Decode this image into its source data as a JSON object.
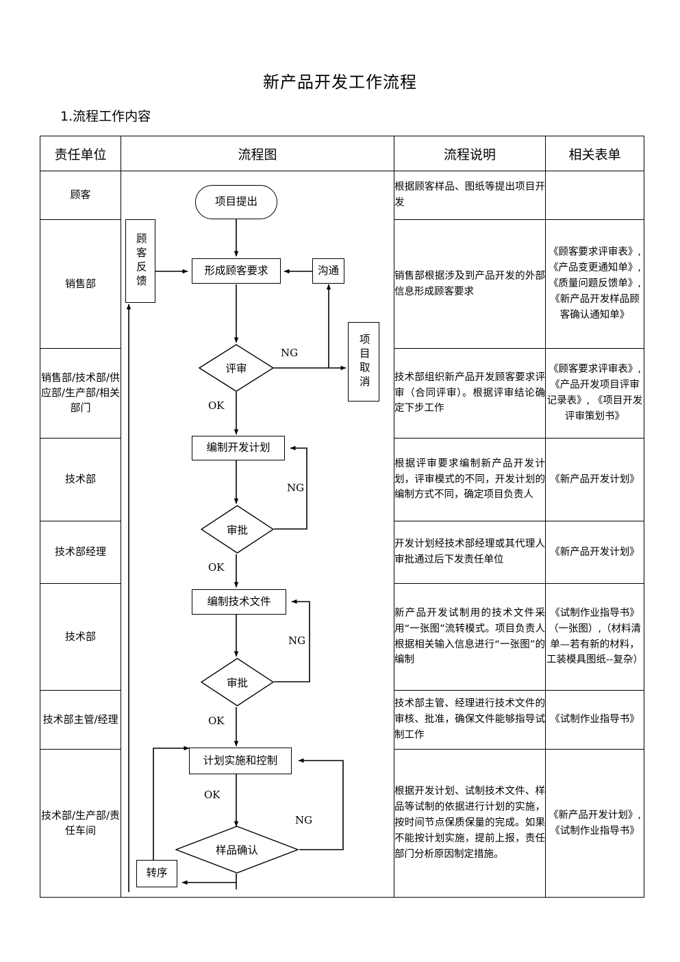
{
  "document": {
    "title": "新产品开发工作流程",
    "section": "1.流程工作内容"
  },
  "table": {
    "headers": {
      "responsibility": "责任单位",
      "flowchart": "流程图",
      "description": "流程说明",
      "forms": "相关表单"
    },
    "rows": [
      {
        "responsibility": "顾客",
        "description": "根据顾客样品、图纸等提出项目开发",
        "forms": ""
      },
      {
        "responsibility": "销售部",
        "description": "销售部根据涉及到产品开发的外部信息形成顾客要求",
        "forms": "《顾客要求评审表》,《产品变更通知单》,《质量问题反馈单》, 《新产品开发样品顾客确认通知单》"
      },
      {
        "responsibility": "销售部/技术部/供应部/生产部/相关部门",
        "description": "技术部组织新产品开发顾客要求评审（合同评审）。根据评审结论确定下步工作",
        "forms": "《顾客要求评审表》,《产品开发项目评审记录表》, 《项目开发评审策划书》"
      },
      {
        "responsibility": "技术部",
        "description": "根据评审要求编制新产品开发计划，评审模式的不同，开发计划的编制方式不同，确定项目负责人",
        "forms": "《新产品开发计划》"
      },
      {
        "responsibility": "技术部经理",
        "description": "开发计划经技术部经理或其代理人审批通过后下发责任单位",
        "forms": "《新产品开发计划》"
      },
      {
        "responsibility": "技术部",
        "description": "新产品开发试制用的技术文件采用“一张图”流转模式。项目负责人根据相关输入信息进行“一张图”的编制",
        "forms": "《试制作业指导书》（一张图）,（材料清单—若有新的材料，工装模具图纸--复杂）"
      },
      {
        "responsibility": "技术部主管/经理",
        "description": "技术部主管、经理进行技术文件的审核、批准，确保文件能够指导试制工作",
        "forms": "《试制作业指导书》"
      },
      {
        "responsibility": "技术部/生产部/责任车间",
        "description": "根据开发计划、试制技术文件、样品等试制的依据进行计划的实施，按时间节点保质保量的完成。如果不能按计划实施，提前上报，责任部门分析原因制定措施。",
        "forms": "《新产品开发计划》,《试制作业指导书》"
      }
    ]
  },
  "flowchart": {
    "nodes": {
      "project_proposal": "项目提出",
      "customer_feedback": "顾客反馈",
      "form_customer_requirement": "形成顾客要求",
      "communicate": "沟通",
      "review": "评审",
      "project_cancel": "项目取消",
      "make_dev_plan": "编制开发计划",
      "approve_plan": "审批",
      "make_tech_doc": "编制技术文件",
      "approve_doc": "审批",
      "plan_execute_control": "计划实施和控制",
      "sample_confirm": "样品确认",
      "transfer_process": "转序"
    },
    "edge_labels": {
      "review_ng": "NG",
      "review_ok": "OK",
      "plan_ng": "NG",
      "plan_ok": "OK",
      "doc_ng": "NG",
      "doc_ok": "OK",
      "sample_ok": "OK",
      "sample_ng": "NG"
    }
  }
}
